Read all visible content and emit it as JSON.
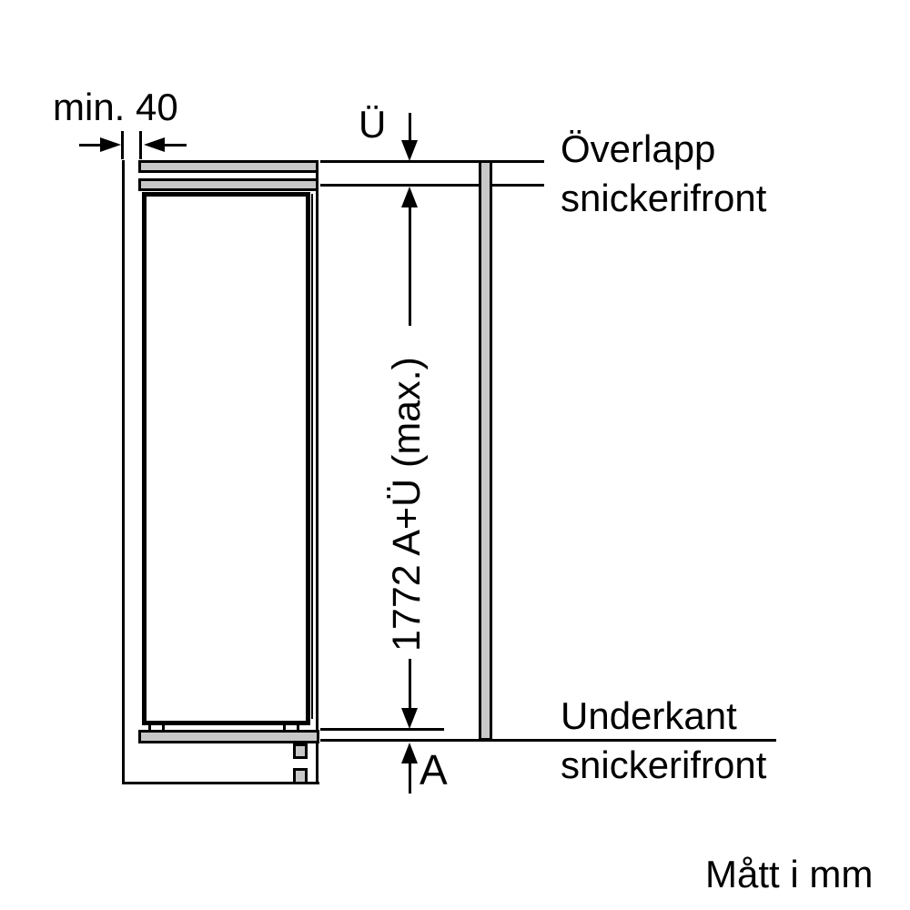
{
  "labels": {
    "min_gap": "min. 40",
    "overlap_symbol": "Ü",
    "overlap_caption_line1": "Överlapp",
    "overlap_caption_line2": "snickerifront",
    "height_dimension": "1772 A+Ü (max.)",
    "recess_symbol": "A",
    "underkant_caption_line1": "Underkant",
    "underkant_caption_line2": "snickerifront",
    "units_note": "Mått i mm"
  },
  "colors": {
    "line": "#000000",
    "panel_fill": "#c8c8c8",
    "background": "#ffffff"
  }
}
